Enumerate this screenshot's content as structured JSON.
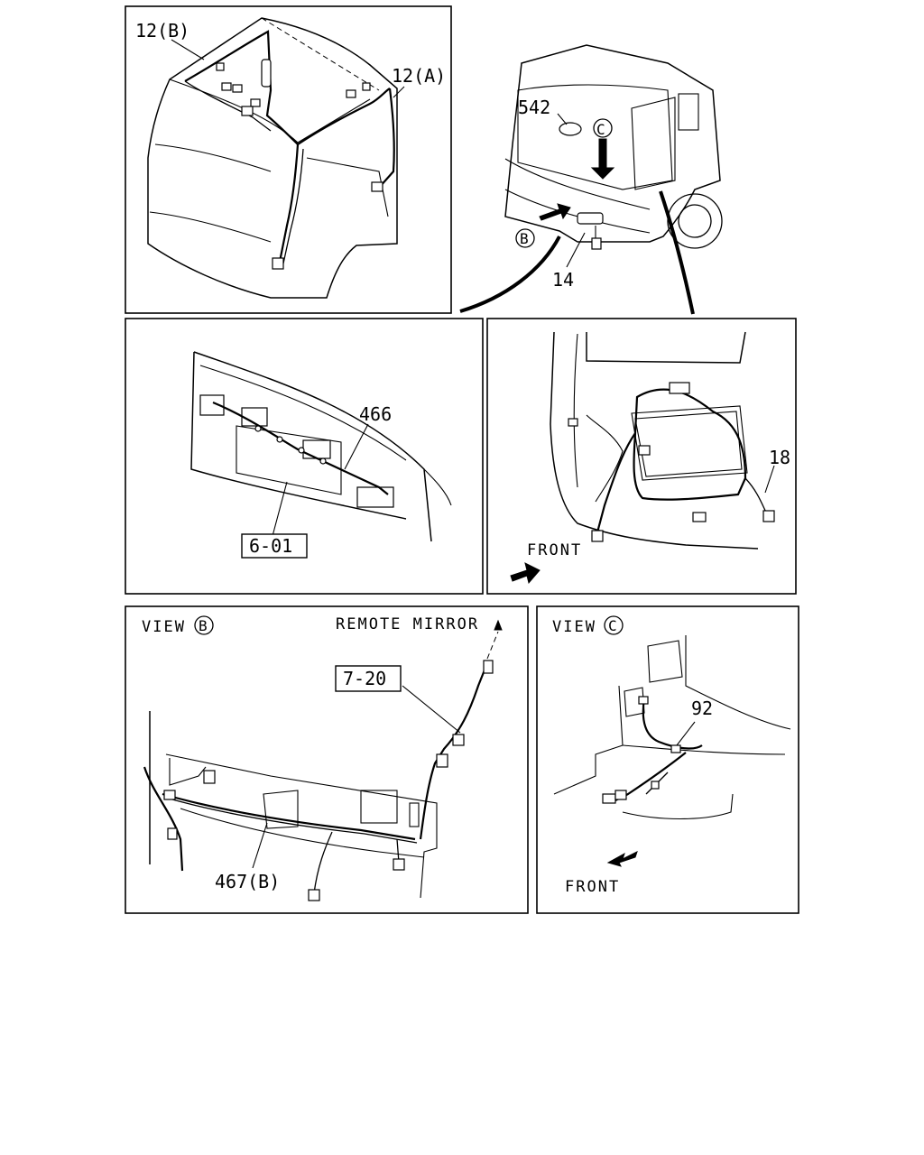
{
  "diagram": {
    "callouts": {
      "p12B": "12(B)",
      "p12A": "12(A)",
      "p542": "542",
      "p14": "14",
      "p466": "466",
      "p601": "6-01",
      "p18": "18",
      "p720": "7-20",
      "p467B": "467(B)",
      "p92": "92"
    },
    "view_markers": {
      "B": "B",
      "C": "C"
    },
    "labels": {
      "front_right_panel": "FRONT",
      "front_view_c": "FRONT",
      "view_b_prefix": "VIEW",
      "view_c_prefix": "VIEW",
      "remote_mirror": "REMOTE MIRROR"
    }
  }
}
